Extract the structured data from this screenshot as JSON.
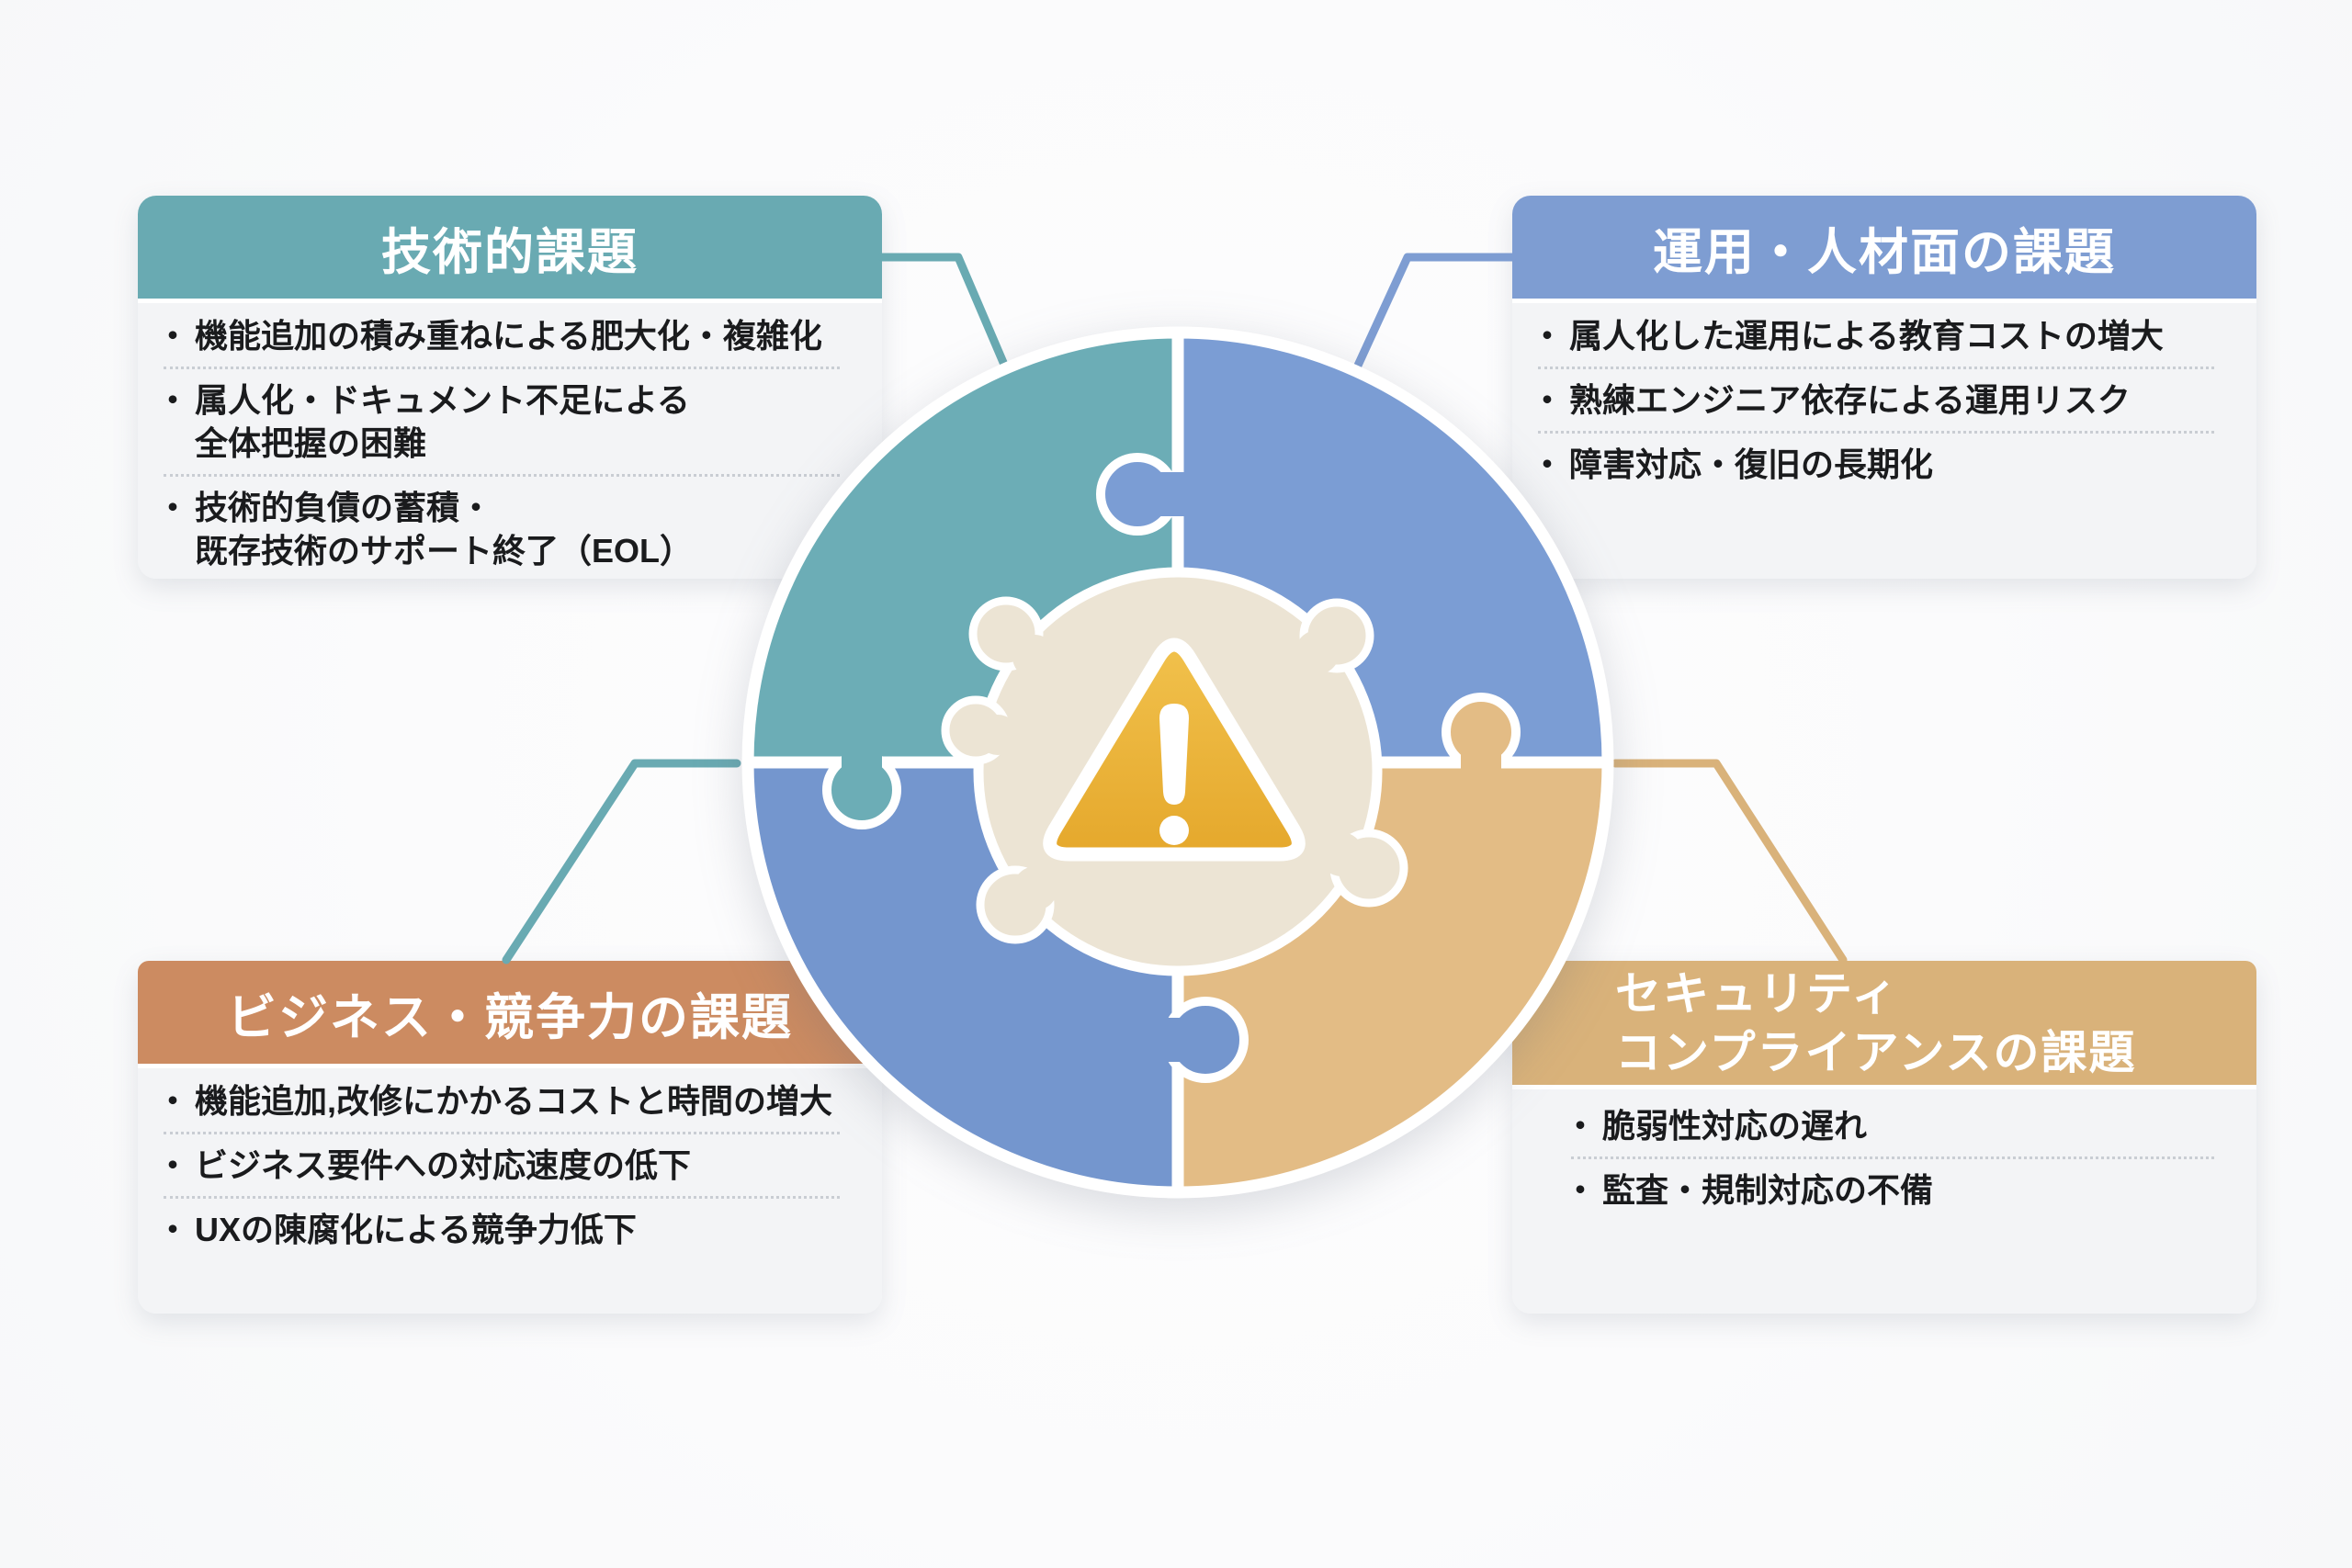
{
  "colors": {
    "teal_header": "#69aab2",
    "teal_piece": "#6cadb6",
    "blue_header": "#7e9dd2",
    "blue_piece_tr": "#7b9dd4",
    "blue_piece_bl": "#7496ce",
    "orange_header": "#cc8b61",
    "tan_header": "#d9b27a",
    "tan_piece": "#e3bc85",
    "cream": "#ece4d4",
    "amber": "#eab233",
    "card_bg": "#f3f4f6",
    "text": "#1a1b1d",
    "divider": "#c9cdd3",
    "page_bg": "#fbfbfc"
  },
  "bullet_char": "・",
  "center": {
    "icon": "warning-triangle"
  },
  "cards": {
    "technical": {
      "title": "技術的課題",
      "items": [
        [
          "機能追加の積み重ねによる肥大化・複雑化"
        ],
        [
          "属人化・ドキュメント不足による",
          "全体把握の困難"
        ],
        [
          "技術的負債の蓄積・",
          "既存技術のサポート終了（EOL）"
        ]
      ]
    },
    "operations": {
      "title": "運用・人材面の課題",
      "items": [
        [
          "属人化した運用による教育コストの増大"
        ],
        [
          "熟練エンジニア依存による運用リスク"
        ],
        [
          "障害対応・復旧の長期化"
        ]
      ]
    },
    "business": {
      "title": "ビジネス・競争力の課題",
      "items": [
        [
          "機能追加,改修にかかるコストと時間の増大"
        ],
        [
          "ビジネス要件への対応速度の低下"
        ],
        [
          "UXの陳腐化による競争力低下"
        ]
      ]
    },
    "security": {
      "title_lines": [
        "セキュリティ",
        "コンプライアンスの課題"
      ],
      "items": [
        [
          "脆弱性対応の遅れ"
        ],
        [
          "監査・規制対応の不備"
        ]
      ]
    }
  }
}
